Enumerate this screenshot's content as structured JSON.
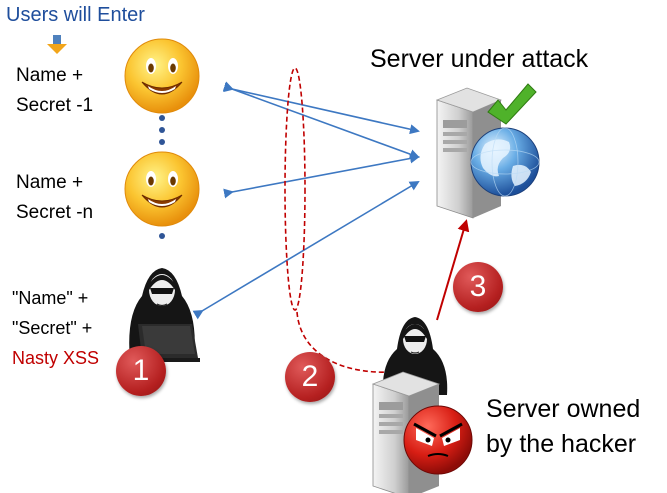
{
  "title": "Users will Enter",
  "users": [
    {
      "line1": "Name +",
      "line2": "Secret -1"
    },
    {
      "line1": "Name +",
      "line2": "Secret -n"
    }
  ],
  "attacker": {
    "line1": "\"Name\" +",
    "line2": "\"Secret\" +",
    "line3": "Nasty XSS"
  },
  "server_label": "Server under attack",
  "hacker_server_label": {
    "line1": "Server owned",
    "line2": "by the hacker"
  },
  "steps": [
    "1",
    "2",
    "3"
  ],
  "colors": {
    "title": "#1f4e9c",
    "arrow_blue": "#3d78c2",
    "dashed_red": "#c00000",
    "step_red": "#c0282a",
    "nasty": "#c00000",
    "smiley": "#f7a814"
  }
}
